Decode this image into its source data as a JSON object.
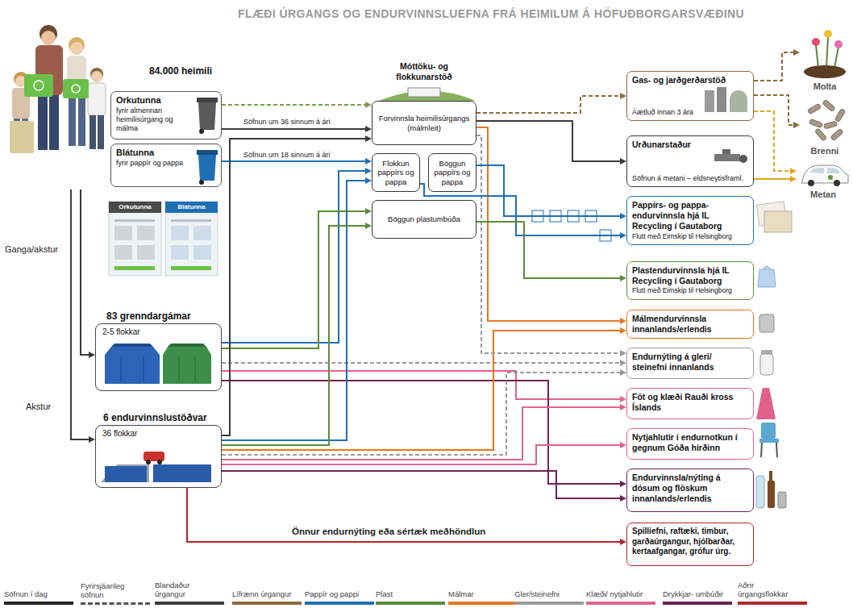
{
  "diagram": {
    "title": "FLÆÐI ÚRGANGS OG ENDURVINNSLUEFNA FRÁ HEIMILUM Á HÖFUÐBORGARSVÆÐINU",
    "nodes": [
      {
        "text": [
          "84.000 heimili"
        ]
      },
      {
        "text": [
          "Orkutunna",
          "fyrir almennan heimilisúrgang og málma"
        ],
        "in": 0
      },
      {
        "text": [
          "Blátunna",
          "fyrir pappír og pappa"
        ],
        "in": 0
      },
      {
        "text": [
          "Móttöku- og flokkunarstöð"
        ]
      },
      {
        "text": [
          "Forvinnsla heimilisúrgangs (málmleit)"
        ],
        "in": 3
      },
      {
        "text": [
          "Flokkun pappírs og pappa"
        ],
        "in": 3
      },
      {
        "text": [
          "Böggun pappírs og pappa"
        ],
        "in": 3
      },
      {
        "text": [
          "Böggun plastumbúða"
        ],
        "in": 3
      },
      {
        "text": [
          "Gas- og jarðgerðarstöð",
          "Áætluð innan 3 ára"
        ]
      },
      {
        "text": [
          "Urðunarstaður",
          "Söfnun á metani – eldsneytisframl."
        ]
      },
      {
        "text": [
          "Pappírs- og pappa- endurvinnsla hjá IL Recycling í Gautaborg",
          "Flutt með Eimskip til Helsingborg"
        ]
      },
      {
        "text": [
          "Plastendurvinnsla hjá IL Recycling í Gautaborg",
          "Flutt með Eimskip til Helsingborg"
        ]
      },
      {
        "text": [
          "Málmendurvinnsla innanlands/erlendis"
        ]
      },
      {
        "text": [
          "Endurnýting á gleri/ steinefni innanlands"
        ]
      },
      {
        "text": [
          "Föt og klæði Rauði kross Íslands"
        ]
      },
      {
        "text": [
          "Nytjahlutir í endurnotkun í gegnum Góða hirðinn"
        ]
      },
      {
        "text": [
          "Endurvinnsla/nýting á dósum og flöskum innanlands/erlendis"
        ]
      },
      {
        "text": [
          "Spilliefni, raftæki, timbur, garðaúrgangur, hjólbarðar, kertaafgangar, grófur úrg."
        ]
      },
      {
        "text": [
          "83 grenndargámar",
          "2-5 flokkar"
        ]
      },
      {
        "text": [
          "6 endurvinnslustöðvar",
          "36 flokkar"
        ]
      },
      {
        "text": [
          "Molta"
        ]
      },
      {
        "text": [
          "Brenni"
        ]
      },
      {
        "text": [
          "Metan"
        ]
      }
    ],
    "edges": [
      {
        "from": 1,
        "to": 4,
        "arrow": "to",
        "label": "Söfnun um 36 sinnum á ári"
      },
      {
        "from": 1,
        "to": 4,
        "arrow": "to"
      },
      {
        "from": 2,
        "to": 5,
        "arrow": "to",
        "label": "Söfnun um 18 sinnum á ári"
      },
      {
        "from": 0,
        "to": 18,
        "arrow": "to",
        "label": "Ganga/akstur"
      },
      {
        "from": 0,
        "to": 19,
        "arrow": "to",
        "label": "Akstur"
      },
      {
        "from": 18,
        "to": 5,
        "arrow": "to"
      },
      {
        "from": 18,
        "to": 7,
        "arrow": "to"
      },
      {
        "from": 18,
        "to": 13,
        "arrow": "to"
      },
      {
        "from": 18,
        "to": 14,
        "arrow": "to"
      },
      {
        "from": 18,
        "to": 16,
        "arrow": "to"
      },
      {
        "from": 19,
        "to": 4,
        "arrow": "to"
      },
      {
        "from": 19,
        "to": 5,
        "arrow": "to"
      },
      {
        "from": 19,
        "to": 7,
        "arrow": "to"
      },
      {
        "from": 19,
        "to": 12,
        "arrow": "to"
      },
      {
        "from": 19,
        "to": 13,
        "arrow": "to"
      },
      {
        "from": 19,
        "to": 14,
        "arrow": "to"
      },
      {
        "from": 19,
        "to": 15,
        "arrow": "to"
      },
      {
        "from": 19,
        "to": 16,
        "arrow": "to"
      },
      {
        "from": 19,
        "to": 17,
        "arrow": "to",
        "label": "Önnur endurnýting eða sértæk meðhöndlun"
      },
      {
        "from": 4,
        "to": 8,
        "arrow": "to"
      },
      {
        "from": 4,
        "to": 9,
        "arrow": "to"
      },
      {
        "from": 4,
        "to": 12,
        "arrow": "to"
      },
      {
        "from": 4,
        "to": 13,
        "arrow": "to"
      },
      {
        "from": 5,
        "to": 10,
        "arrow": "to"
      },
      {
        "from": 6,
        "to": 10,
        "arrow": "to"
      },
      {
        "from": 7,
        "to": 11,
        "arrow": "to"
      },
      {
        "from": 8,
        "to": 20,
        "arrow": "to"
      },
      {
        "from": 8,
        "to": 21,
        "arrow": "to"
      },
      {
        "from": 8,
        "to": 22,
        "arrow": "to"
      },
      {
        "from": 9,
        "to": 22,
        "arrow": "to"
      }
    ],
    "labels": [
      "Orkutunna",
      "Blátunna"
    ],
    "legend": [
      {
        "text": "Söfnun í dag",
        "color": "#222222"
      },
      {
        "text": "Fyrirsjáanleg söfnun"
      },
      {
        "text": "Blandaður úrgangur",
        "color": "#3a3a3a"
      },
      {
        "text": "Lífrænn úrgangur",
        "color": "#8b6a3e"
      },
      {
        "text": "Pappír og pappi",
        "color": "#1f6fb5"
      },
      {
        "text": "Plast",
        "color": "#5b8c3a"
      },
      {
        "text": "Málmar",
        "color": "#e8771e"
      },
      {
        "text": "Gler/steinefni",
        "color": "#9a9a9a"
      },
      {
        "text": "Klæði/ nytjahlutir",
        "color": "#e2628f"
      },
      {
        "text": "Drykkjar- umbúðir",
        "color": "#6b2350"
      },
      {
        "text": "Aðrir úrgangsflokkar",
        "color": "#b3262b"
      }
    ]
  }
}
